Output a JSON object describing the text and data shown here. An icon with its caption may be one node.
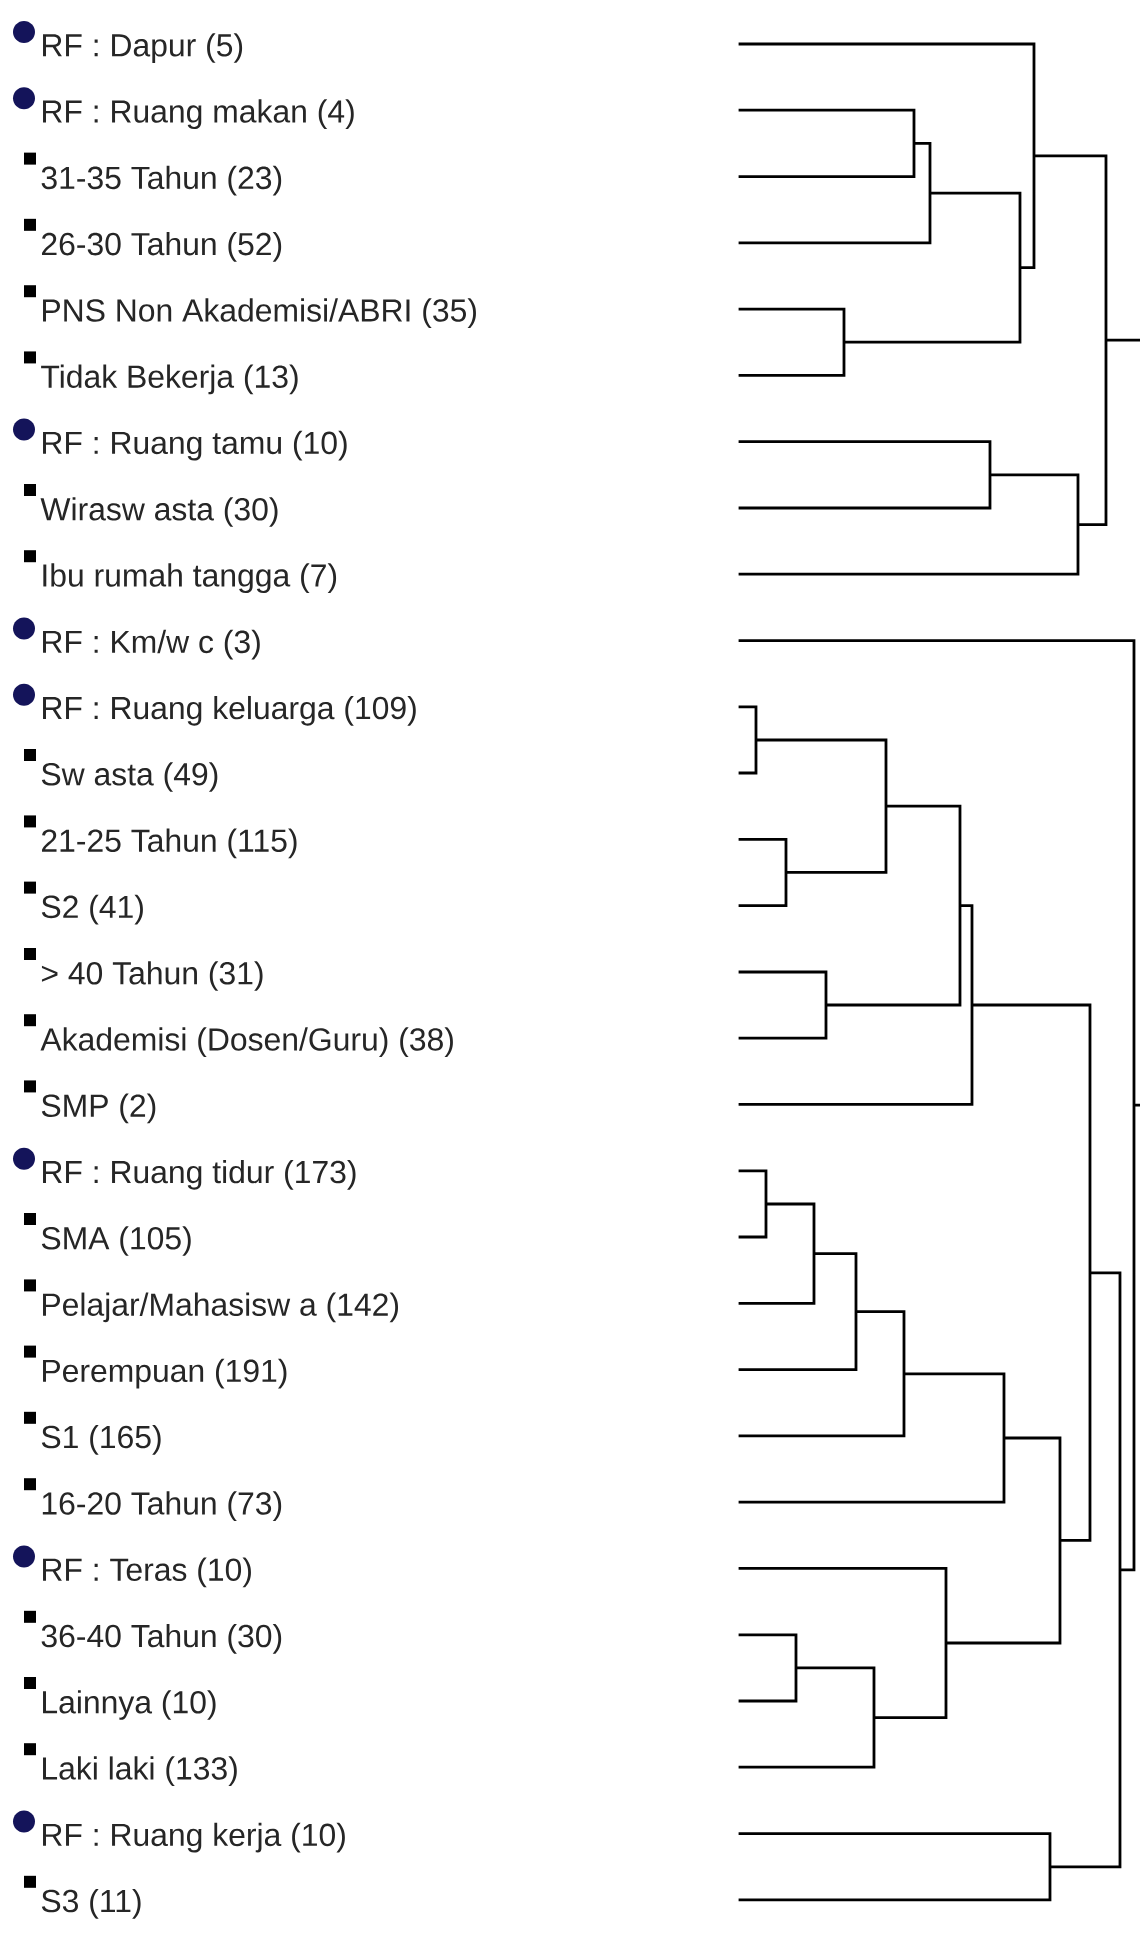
{
  "diagram": {
    "labels": [
      "RF : Dapur (5)",
      "RF : Ruang makan (4)",
      "31-35 Tahun (23)",
      "26-30 Tahun (52)",
      "PNS Non Akademisi/ABRI (35)",
      "Tidak Bekerja (13)",
      "RF : Ruang tamu (10)",
      "Wirasw asta (30)",
      "Ibu rumah tangga (7)",
      "RF : Km/w c (3)",
      "RF : Ruang keluarga (109)",
      "Sw asta (49)",
      "21-25 Tahun (115)",
      "S2 (41)",
      "> 40 Tahun (31)",
      "Akademisi (Dosen/Guru) (38)",
      "SMP (2)",
      "RF : Ruang tidur (173)",
      "SMA (105)",
      "Pelajar/Mahasisw a (142)",
      "Perempuan (191)",
      "S1 (165)",
      "16-20 Tahun (73)",
      "RF : Teras (10)",
      "36-40 Tahun (30)",
      "Lainnya (10)",
      "Laki laki (133)",
      "RF : Ruang kerja (10)",
      "S3 (11)"
    ]
  }
}
